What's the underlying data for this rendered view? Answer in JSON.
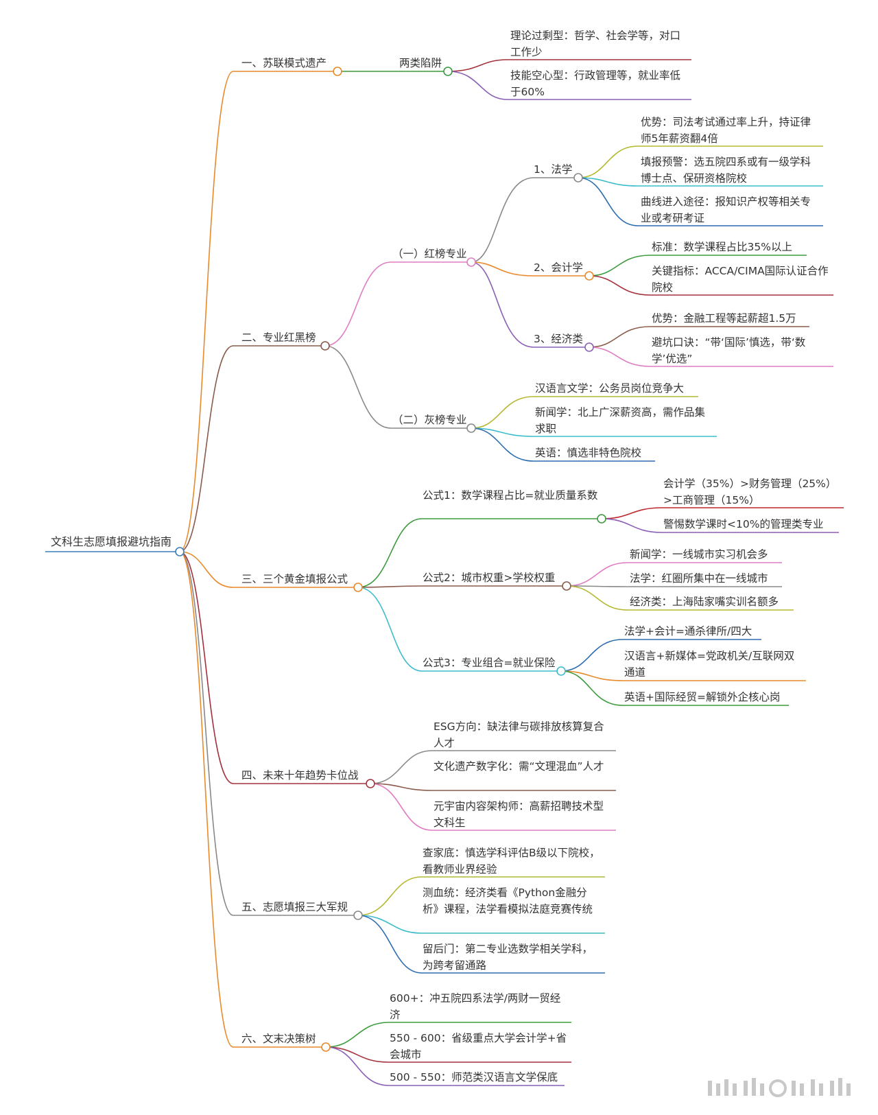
{
  "root": {
    "label": "文科生志愿填报避坑指南"
  },
  "sections": {
    "s1": {
      "label": "一、苏联模式遗产",
      "sub": {
        "label": "两类陷阱"
      },
      "leaves": [
        "理论过剩型：哲学、社会学等，对口工作少",
        "技能空心型：行政管理等，就业率低于60%"
      ]
    },
    "s2": {
      "label": "二、专业红黑榜",
      "red": {
        "label": "（一）红榜专业",
        "law": {
          "label": "1、法学",
          "leaves": [
            "优势：司法考试通过率上升，持证律师5年薪资翻4倍",
            "填报预警：选五院四系或有一级学科博士点、保研资格院校",
            "曲线进入途径：报知识产权等相关专业或考研考证"
          ]
        },
        "acc": {
          "label": "2、会计学",
          "leaves": [
            "标准：数学课程占比35%以上",
            "关键指标：ACCA/CIMA国际认证合作院校"
          ]
        },
        "eco": {
          "label": "3、经济类",
          "leaves": [
            "优势：金融工程等起薪超1.5万",
            "避坑口诀：“带‘国际’慎选，带‘数学’优选”"
          ]
        }
      },
      "grey": {
        "label": "（二）灰榜专业",
        "leaves": [
          "汉语言文学：公务员岗位竞争大",
          "新闻学：北上广深薪资高，需作品集求职",
          "英语：慎选非特色院校"
        ]
      }
    },
    "s3": {
      "label": "三、三个黄金填报公式",
      "f1": {
        "label": "公式1：数学课程占比=就业质量系数",
        "leaves": [
          "会计学（35%）>财务管理（25%）>工商管理（15%）",
          "警惕数学课时<10%的管理类专业"
        ]
      },
      "f2": {
        "label": "公式2：城市权重>学校权重",
        "leaves": [
          "新闻学：一线城市实习机会多",
          "法学：红圈所集中在一线城市",
          "经济类：上海陆家嘴实训名额多"
        ]
      },
      "f3": {
        "label": "公式3：专业组合=就业保险",
        "leaves": [
          "法学+会计=通杀律所/四大",
          "汉语言+新媒体=党政机关/互联网双通道",
          "英语+国际经贸=解锁外企核心岗"
        ]
      }
    },
    "s4": {
      "label": "四、未来十年趋势卡位战",
      "leaves": [
        "ESG方向：缺法律与碳排放核算复合人才",
        "文化遗产数字化：需“文理混血”人才",
        "元宇宙内容架构师：高薪招聘技术型文科生"
      ]
    },
    "s5": {
      "label": "五、志愿填报三大军规",
      "leaves": [
        "查家底：慎选学科评估B级以下院校，看教师业界经验",
        "测血统：经济类看《Python金融分析》课程，法学看模拟法庭竞赛传统",
        "留后门：第二专业选数学相关学科，为跨考留通路"
      ]
    },
    "s6": {
      "label": "六、文末决策树",
      "leaves": [
        "600+：冲五院四系法学/两财一贸经济",
        "550 - 600：省级重点大学会计学+省会城市",
        "500 - 550：师范类汉语言文学保底"
      ]
    }
  },
  "colors": {
    "orange": "#e8892a",
    "green": "#3b9b3b",
    "brown": "#8a5a4a",
    "darkred": "#a3303a",
    "purple": "#8a5fb5",
    "pink": "#e07cc2",
    "grey": "#888888",
    "olive": "#b4b830",
    "cyan": "#3cbccc",
    "blue": "#2b6cb0",
    "crimson": "#c0262d",
    "root": "#3a7fb8"
  }
}
